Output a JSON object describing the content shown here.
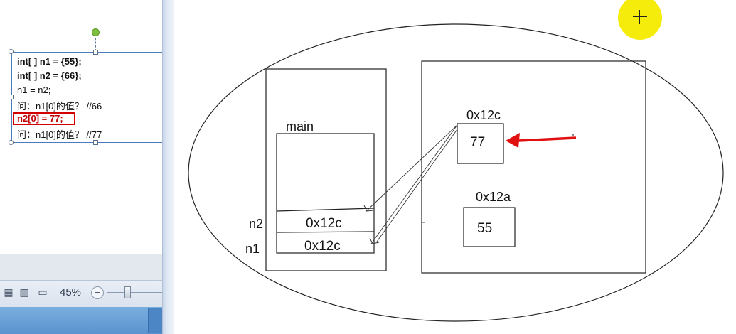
{
  "code": {
    "lines": [
      "int[ ] n1 = {55};",
      "int[ ] n2 = {66};",
      "n1 = n2;",
      "问：n1[0]的值？ //66",
      "n2[0] = 77;",
      "问：n1[0]的值？ //77"
    ]
  },
  "status_bar": {
    "zoom": "45%",
    "icons": [
      "normal-view-icon",
      "reading-view-icon",
      "slideshow-icon"
    ]
  },
  "diagram": {
    "stack_label": "main",
    "variables": [
      {
        "name": "n2",
        "value": "0x12c"
      },
      {
        "name": "n1",
        "value": "0x12c"
      }
    ],
    "heap": [
      {
        "address": "0x12c",
        "value": "77"
      },
      {
        "address": "0x12a",
        "value": "55"
      }
    ],
    "arrow_color": "#e01010"
  },
  "colors": {
    "highlight": "#d40000",
    "cursor_halo": "#f6ec0b",
    "selection_border": "#4a7bbf"
  }
}
